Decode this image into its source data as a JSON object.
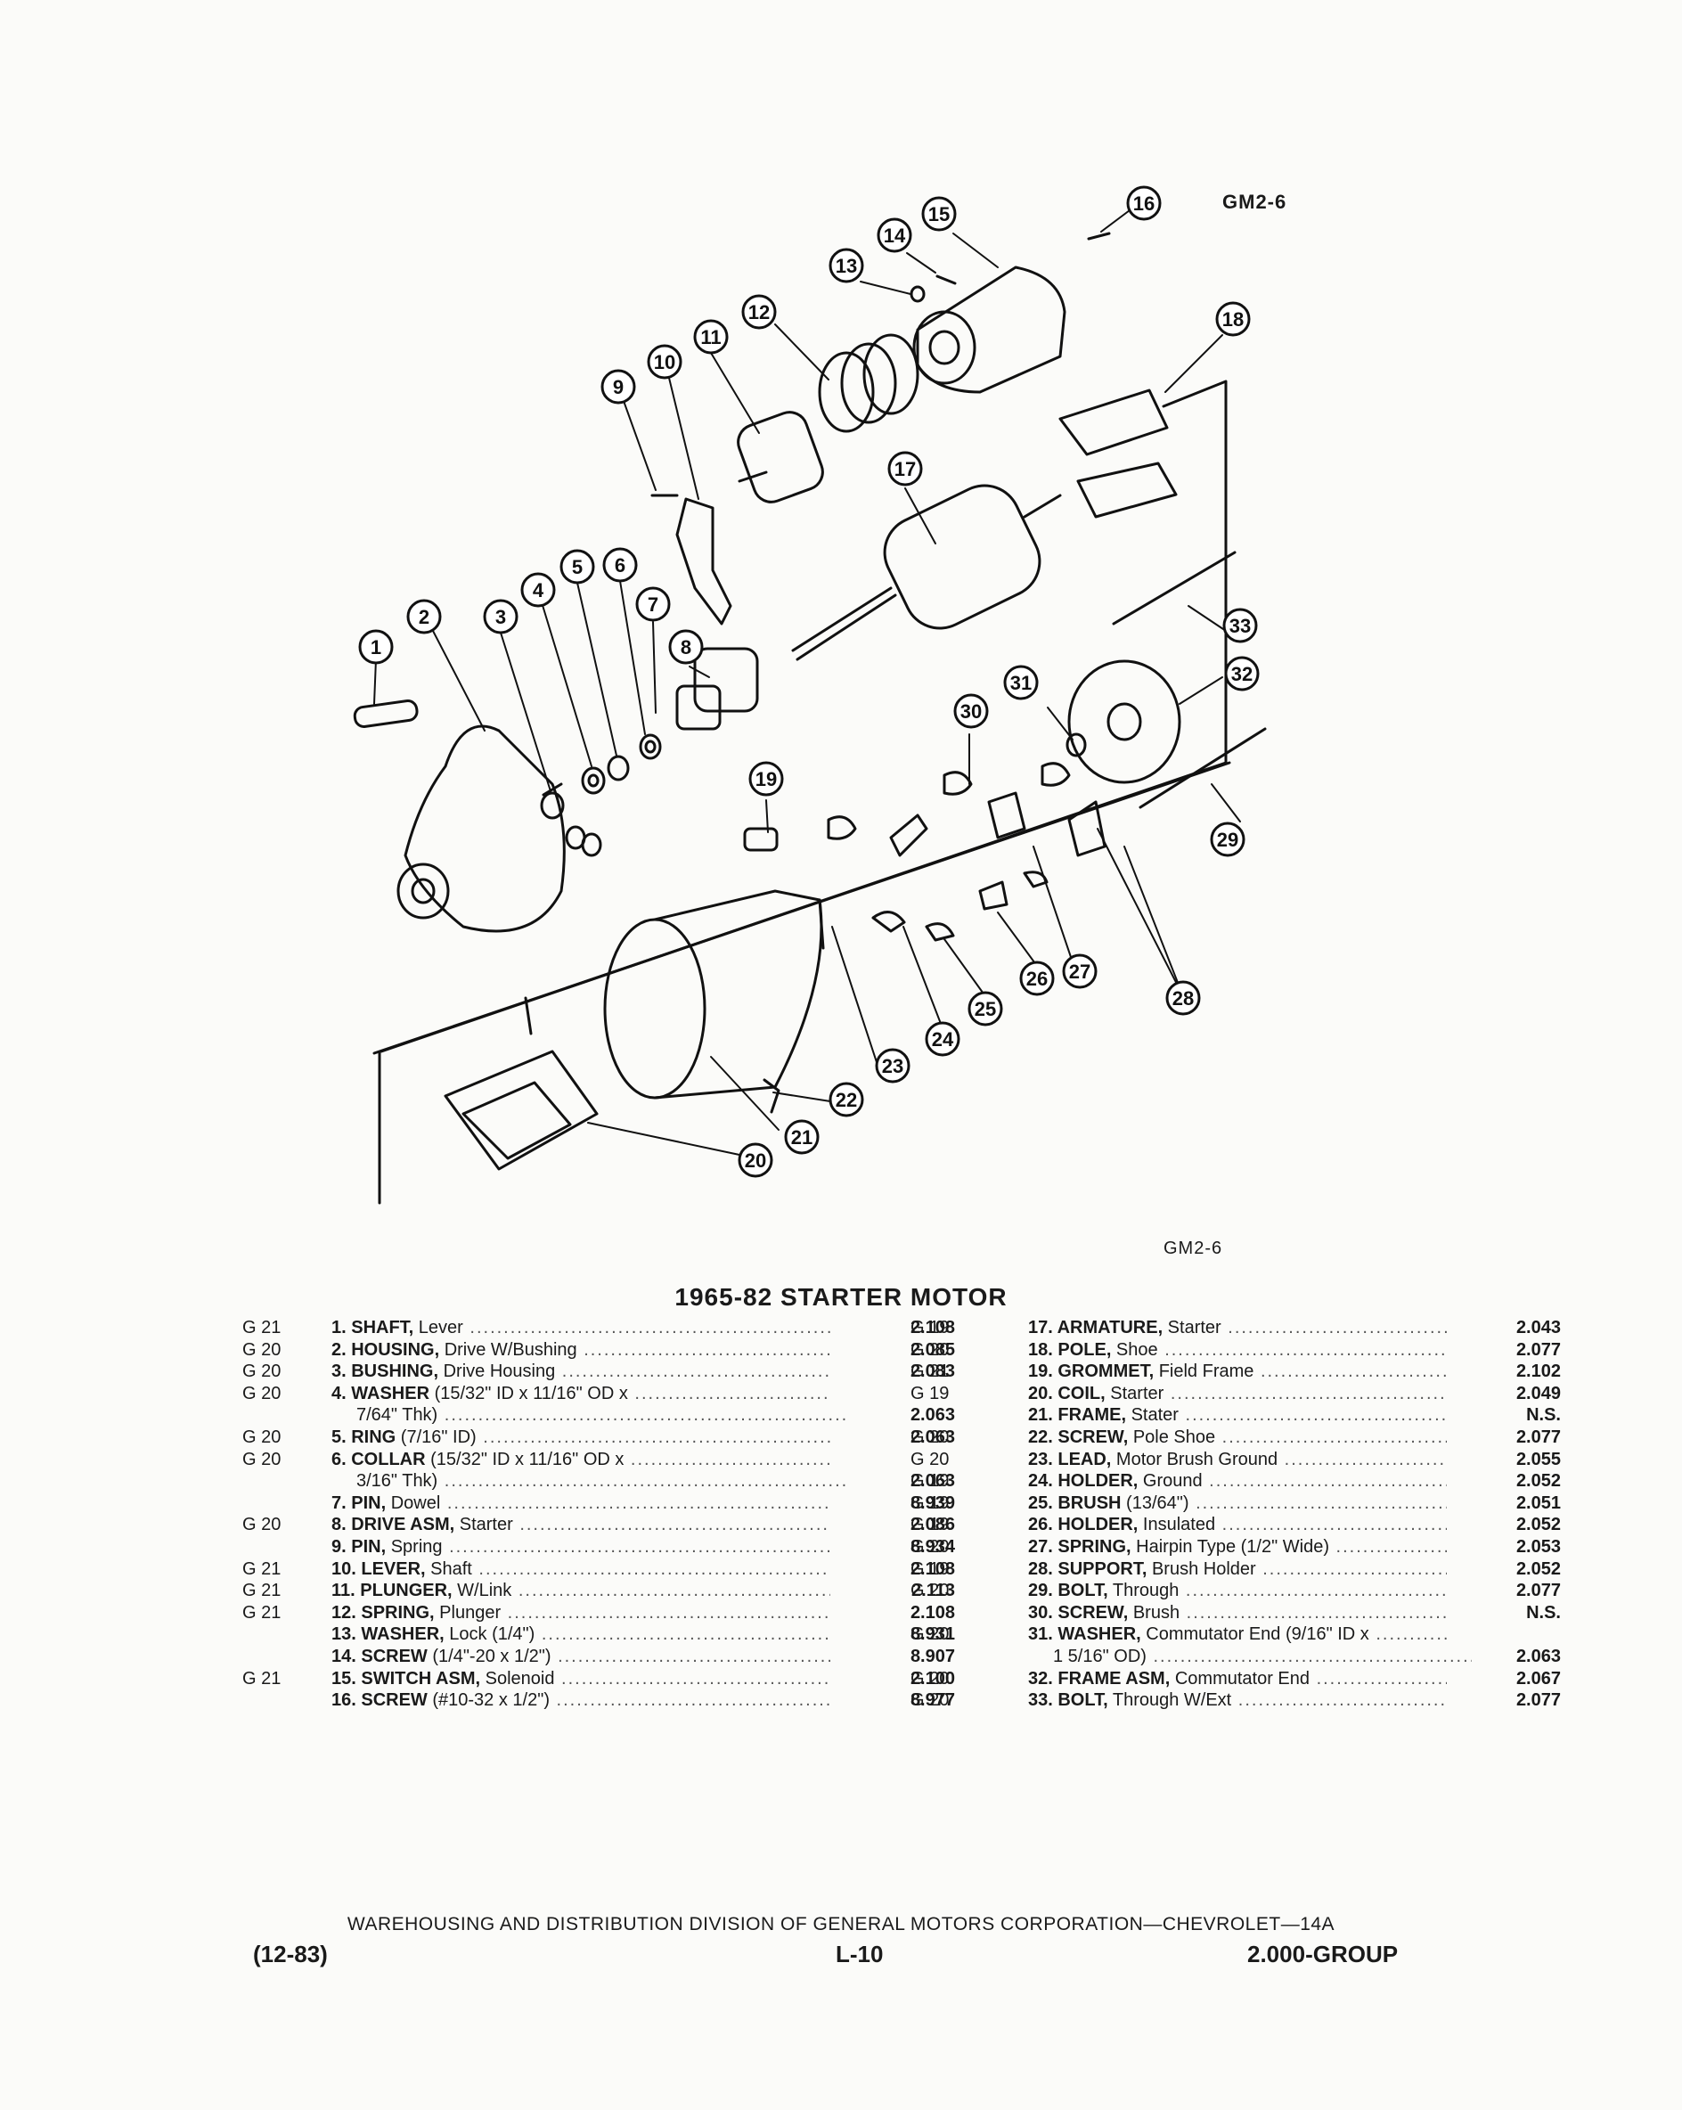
{
  "figure_id_top": "GM2-6",
  "figure_id_bottom": "GM2-6",
  "title": "1965-82 STARTER MOTOR",
  "callouts": [
    "1",
    "2",
    "3",
    "4",
    "5",
    "6",
    "7",
    "8",
    "9",
    "10",
    "11",
    "12",
    "13",
    "14",
    "15",
    "16",
    "17",
    "18",
    "19",
    "20",
    "21",
    "22",
    "23",
    "24",
    "25",
    "26",
    "27",
    "28",
    "29",
    "30",
    "31",
    "32",
    "33"
  ],
  "parts_left": [
    {
      "group": "G 21",
      "name": "1. SHAFT,",
      "desc": " Lever",
      "num": "2.108"
    },
    {
      "group": "G 20",
      "name": "2. HOUSING,",
      "desc": " Drive W/Bushing",
      "num": "2.085"
    },
    {
      "group": "G 20",
      "name": "3. BUSHING,",
      "desc": " Drive Housing",
      "num": "2.083"
    },
    {
      "group": "G 20",
      "name": "4. WASHER",
      "desc": " (15/32\" ID x 11/16\" OD x",
      "num": ""
    },
    {
      "group": "",
      "name": "",
      "desc": "7/64\" Thk)",
      "num": "2.063"
    },
    {
      "group": "G 20",
      "name": "5. RING",
      "desc": " (7/16\" ID)",
      "num": "2.063"
    },
    {
      "group": "G 20",
      "name": "6. COLLAR",
      "desc": " (15/32\" ID x 11/16\" OD x",
      "num": ""
    },
    {
      "group": "",
      "name": "",
      "desc": "3/16\" Thk)",
      "num": "2.063"
    },
    {
      "group": "",
      "name": "7. PIN,",
      "desc": " Dowel",
      "num": "8.939"
    },
    {
      "group": "G 20",
      "name": "8. DRIVE ASM,",
      "desc": " Starter",
      "num": "2.086"
    },
    {
      "group": "",
      "name": "9. PIN,",
      "desc": " Spring",
      "num": "8.934"
    },
    {
      "group": "G 21",
      "name": "10. LEVER,",
      "desc": " Shaft",
      "num": "2.108"
    },
    {
      "group": "G 21",
      "name": "11. PLUNGER,",
      "desc": " W/Link",
      "num": "2.113"
    },
    {
      "group": "G 21",
      "name": "12. SPRING,",
      "desc": " Plunger",
      "num": "2.108"
    },
    {
      "group": "",
      "name": "13. WASHER,",
      "desc": " Lock (1/4\")",
      "num": "8.931"
    },
    {
      "group": "",
      "name": "14. SCREW",
      "desc": " (1/4\"-20 x 1/2\")",
      "num": "8.907"
    },
    {
      "group": "G 21",
      "name": "15. SWITCH ASM,",
      "desc": " Solenoid",
      "num": "2.100"
    },
    {
      "group": "",
      "name": "16. SCREW",
      "desc": " (#10-32 x 1/2\")",
      "num": "8.977"
    }
  ],
  "parts_right": [
    {
      "group": "G 19",
      "name": "17. ARMATURE,",
      "desc": " Starter",
      "num": "2.043"
    },
    {
      "group": "G 20",
      "name": "18. POLE,",
      "desc": " Shoe",
      "num": "2.077"
    },
    {
      "group": "G 21",
      "name": "19. GROMMET,",
      "desc": " Field Frame",
      "num": "2.102"
    },
    {
      "group": "G 19",
      "name": "20. COIL,",
      "desc": " Starter",
      "num": "2.049"
    },
    {
      "group": "",
      "name": "21. FRAME,",
      "desc": " Stater",
      "num": "N.S."
    },
    {
      "group": "G 20",
      "name": "22. SCREW,",
      "desc": " Pole Shoe",
      "num": "2.077"
    },
    {
      "group": "G 20",
      "name": "23. LEAD,",
      "desc": " Motor Brush Ground",
      "num": "2.055"
    },
    {
      "group": "G 19",
      "name": "24. HOLDER,",
      "desc": " Ground",
      "num": "2.052"
    },
    {
      "group": "G 19",
      "name": "25. BRUSH",
      "desc": " (13/64\")",
      "num": "2.051"
    },
    {
      "group": "G 19",
      "name": "26. HOLDER,",
      "desc": " Insulated",
      "num": "2.052"
    },
    {
      "group": "G 20",
      "name": "27. SPRING,",
      "desc": " Hairpin Type (1/2\" Wide)",
      "num": "2.053"
    },
    {
      "group": "G 19",
      "name": "28. SUPPORT,",
      "desc": " Brush Holder",
      "num": "2.052"
    },
    {
      "group": "G 20",
      "name": "29. BOLT,",
      "desc": " Through",
      "num": "2.077"
    },
    {
      "group": "",
      "name": "30. SCREW,",
      "desc": " Brush",
      "num": "N.S."
    },
    {
      "group": "G 20",
      "name": "31. WASHER,",
      "desc": " Commutator End (9/16\" ID x",
      "num": ""
    },
    {
      "group": "",
      "name": "",
      "desc": "1 5/16\" OD)",
      "num": "2.063"
    },
    {
      "group": "G 20",
      "name": "32. FRAME ASM,",
      "desc": " Commutator End",
      "num": "2.067"
    },
    {
      "group": "G 20",
      "name": "33. BOLT,",
      "desc": " Through W/Ext",
      "num": "2.077"
    }
  ],
  "footer": {
    "division": "WAREHOUSING AND DISTRIBUTION DIVISION OF GENERAL MOTORS CORPORATION—CHEVROLET—14A",
    "date": "(12-83)",
    "page": "L-10",
    "group": "2.000-GROUP"
  }
}
